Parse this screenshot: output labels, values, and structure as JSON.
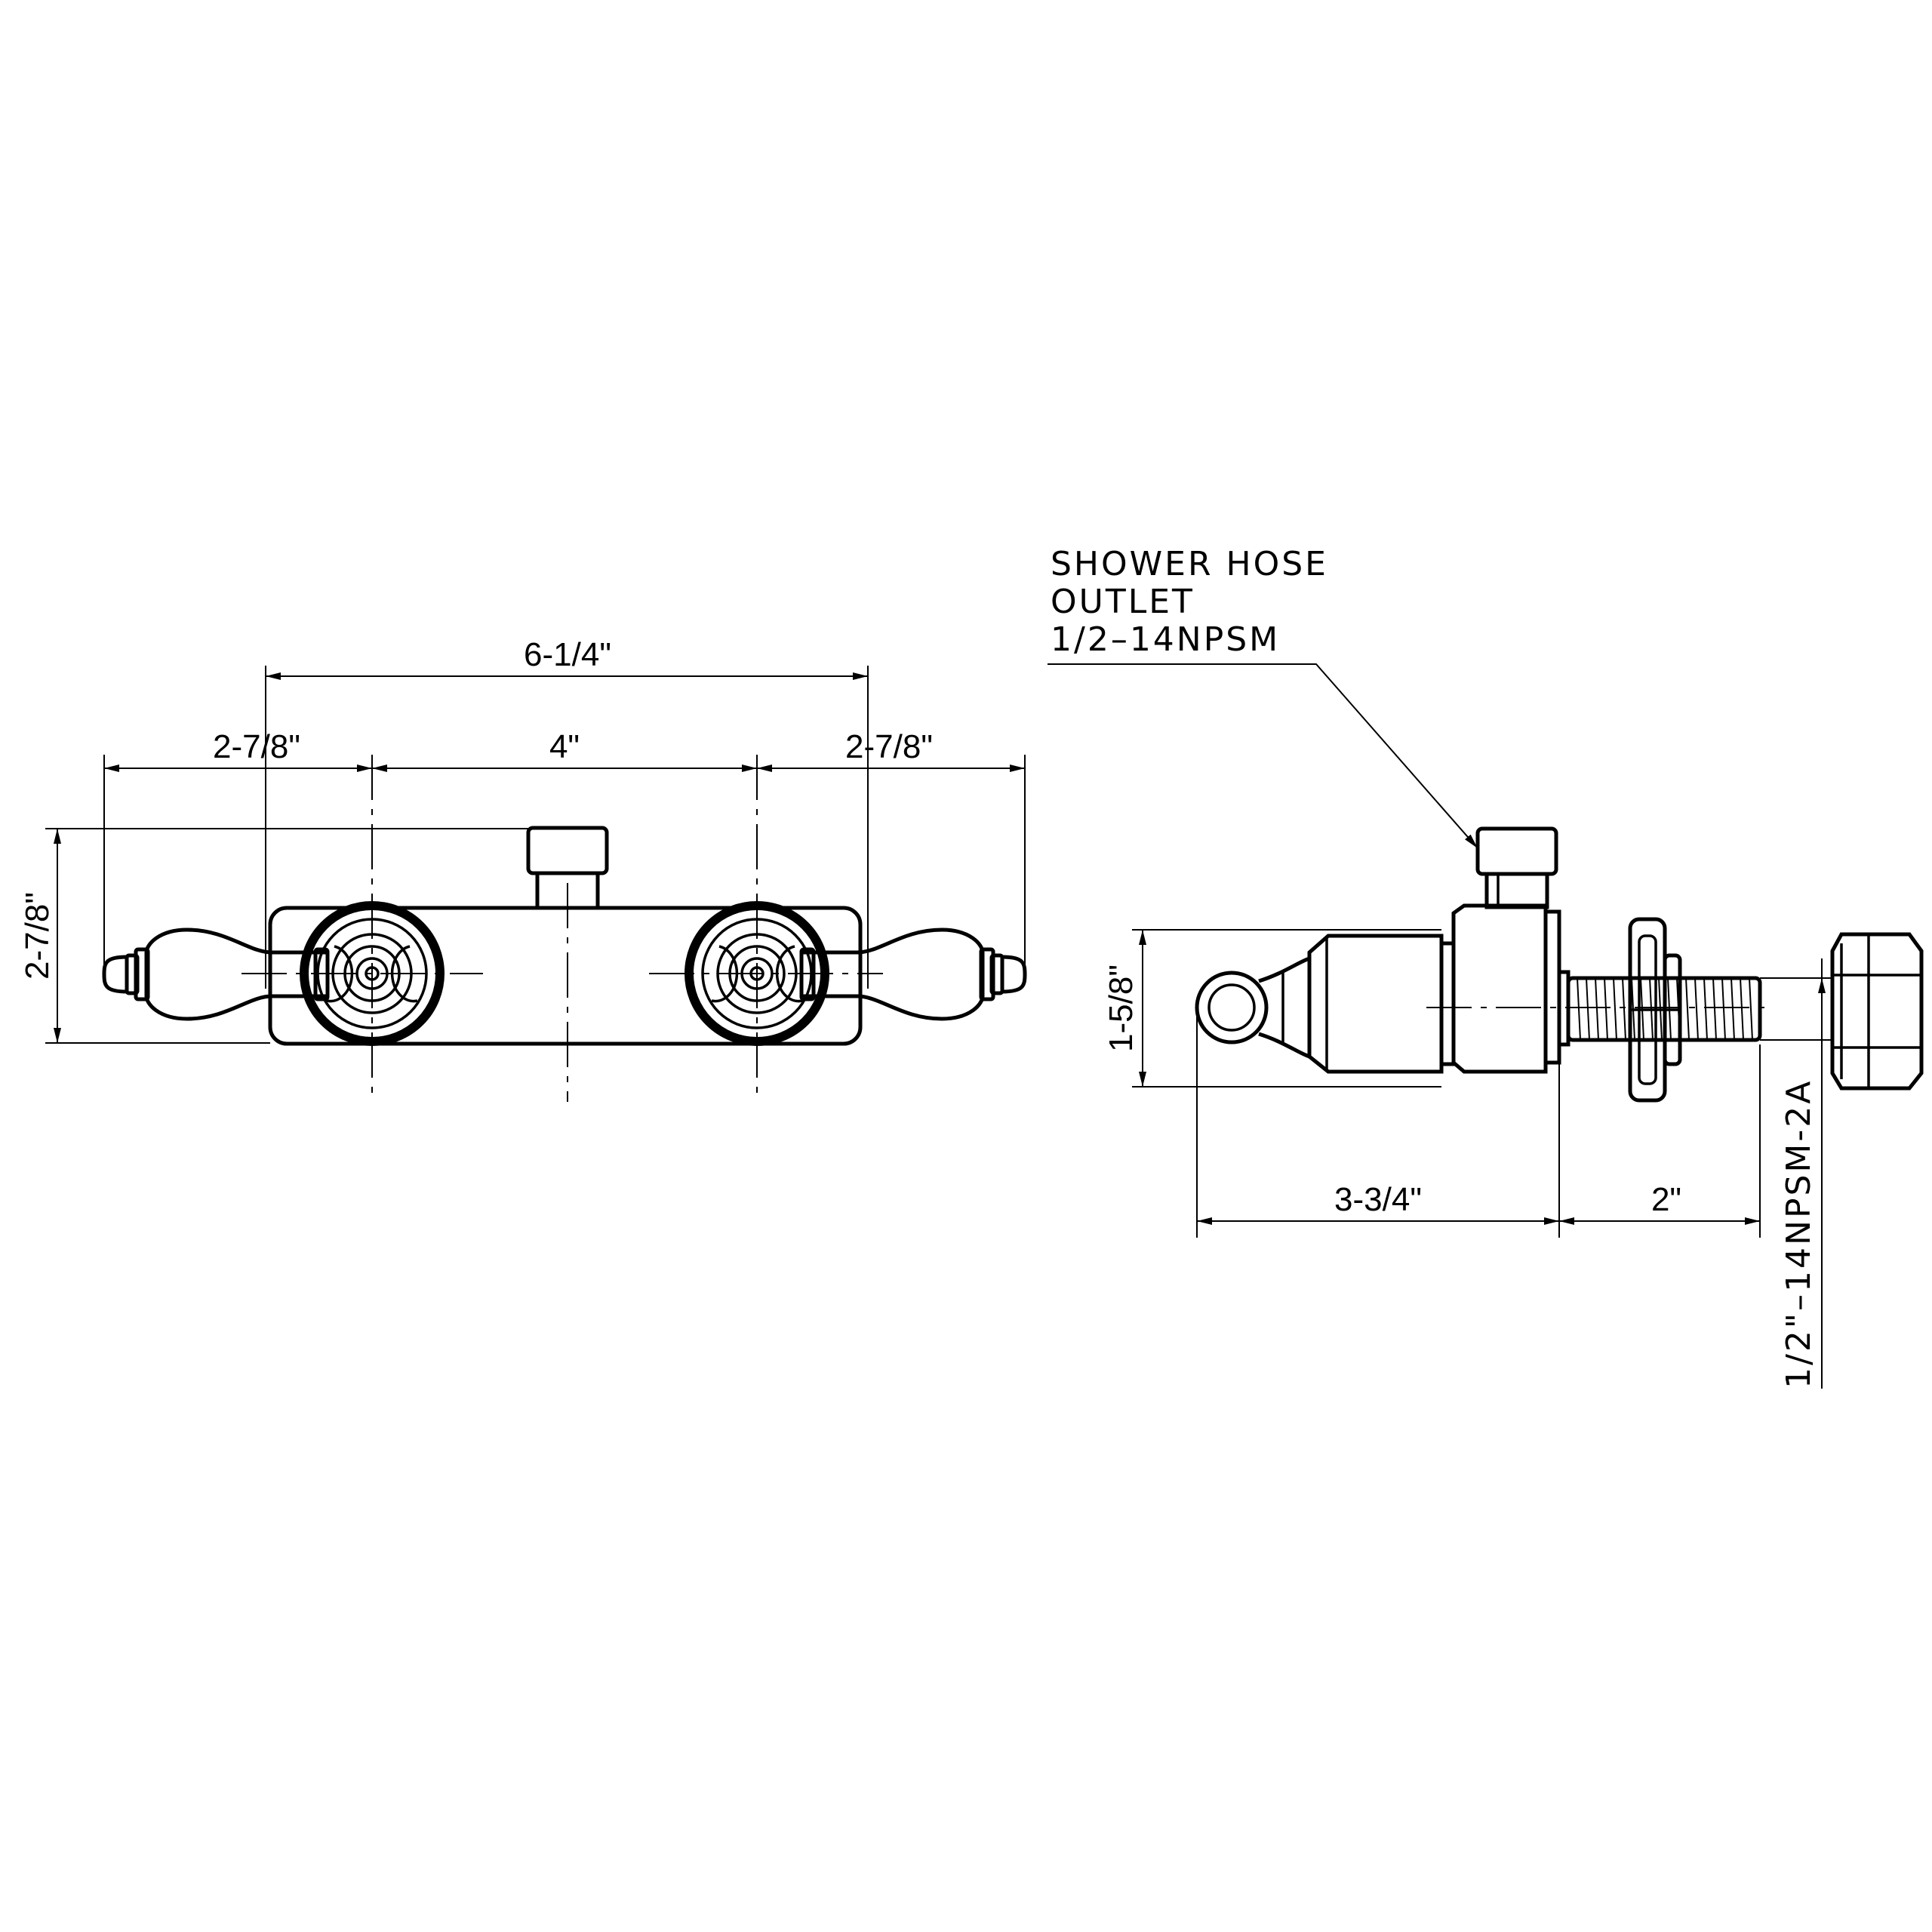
{
  "dimensions": {
    "overall_width": "6-1/4\"",
    "left_reach": "2-7/8\"",
    "center_spacing": "4\"",
    "right_reach": "2-7/8\"",
    "overall_height": "2-7/8\"",
    "side_height": "1-5/8\"",
    "side_depth": "3-3/4\"",
    "stem_length": "2\"",
    "thread_spec": "1/2\"–14NPSM-2A"
  },
  "callouts": {
    "outlet_line1": "SHOWER HOSE",
    "outlet_line2": "OUTLET",
    "outlet_line3": "1/2–14NPSM"
  }
}
